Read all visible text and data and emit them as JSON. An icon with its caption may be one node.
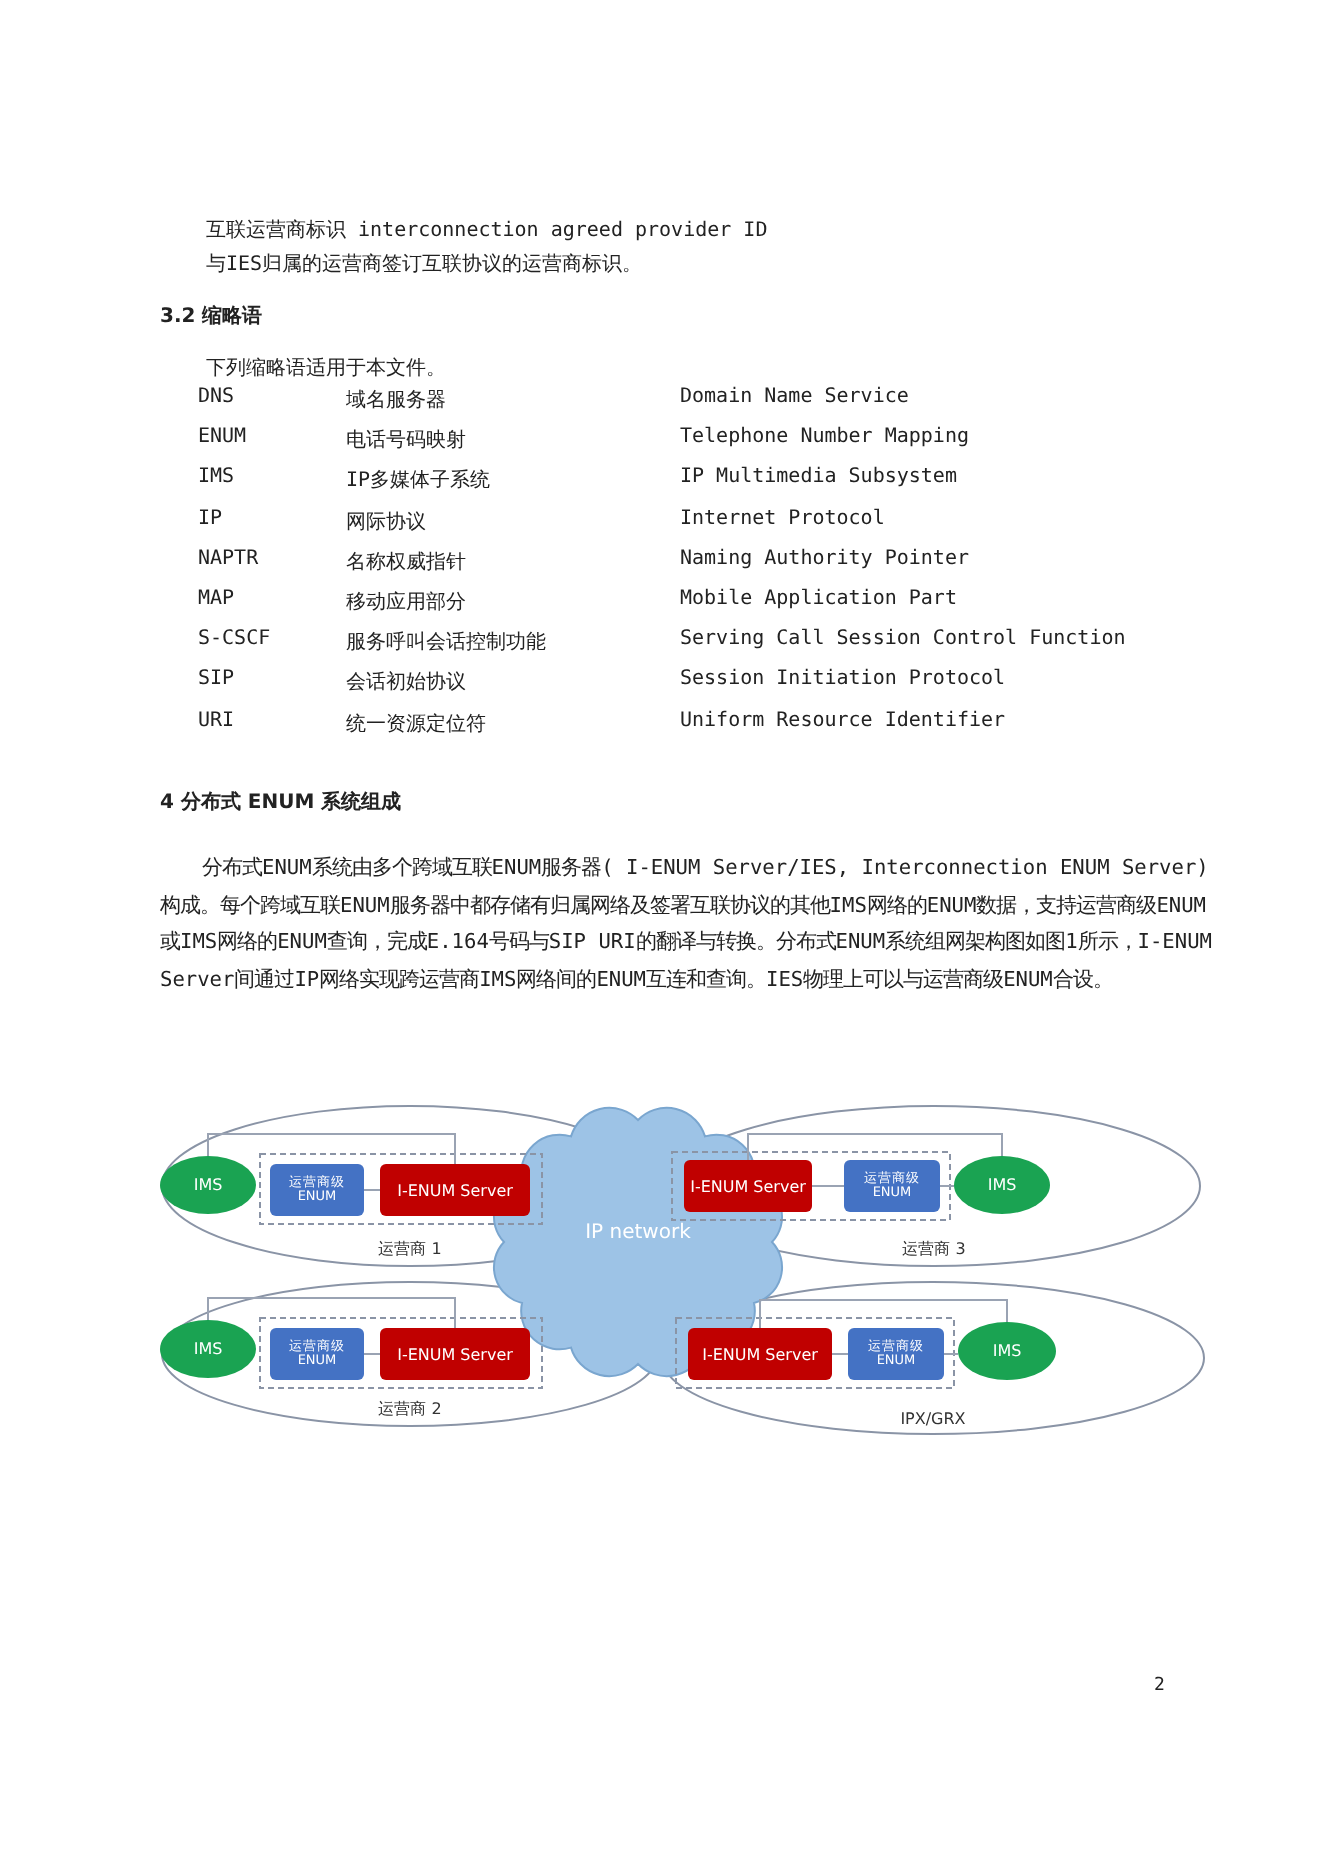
{
  "diagram": {
    "nodes": [
      {
        "text": [
          "运营商 1"
        ]
      },
      {
        "text": [
          "IMS"
        ],
        "in": 0
      },
      {
        "text": [
          "运营商级 ENUM"
        ],
        "in": 0
      },
      {
        "text": [
          "I-ENUM Server"
        ],
        "in": 0
      },
      {
        "text": [
          "IP network"
        ]
      },
      {
        "text": [
          "运营商 3"
        ]
      },
      {
        "text": [
          "I-ENUM Server"
        ],
        "in": 5
      },
      {
        "text": [
          "运营商级 ENUM"
        ],
        "in": 5
      },
      {
        "text": [
          "IMS"
        ],
        "in": 5
      },
      {
        "text": [
          "运营商 2"
        ]
      },
      {
        "text": [
          "IMS"
        ],
        "in": 9
      },
      {
        "text": [
          "运营商级 ENUM"
        ],
        "in": 9
      },
      {
        "text": [
          "I-ENUM Server"
        ],
        "in": 9
      },
      {
        "text": [
          "IPX/GRX"
        ]
      },
      {
        "text": [
          "I-ENUM Server"
        ],
        "in": 13
      },
      {
        "text": [
          "运营商级 ENUM"
        ],
        "in": 13
      },
      {
        "text": [
          "IMS"
        ],
        "in": 13
      }
    ],
    "edges": [
      {
        "from": 1,
        "to": 3,
        "arrow": "none"
      },
      {
        "from": 2,
        "to": 3,
        "arrow": "none"
      },
      {
        "from": 8,
        "to": 6,
        "arrow": "none"
      },
      {
        "from": 6,
        "to": 7,
        "arrow": "none"
      },
      {
        "from": 7,
        "to": 8,
        "arrow": "none"
      },
      {
        "from": 10,
        "to": 12,
        "arrow": "none"
      },
      {
        "from": 11,
        "to": 12,
        "arrow": "none"
      },
      {
        "from": 16,
        "to": 14,
        "arrow": "none"
      },
      {
        "from": 14,
        "to": 15,
        "arrow": "none"
      },
      {
        "from": 15,
        "to": 16,
        "arrow": "none"
      }
    ],
    "labels": [
      "互联运营商标识 interconnection agreed provider ID",
      "与IES归属的运营商签订互联协议的运营商标识。",
      "3.2 缩略语",
      "下列缩略语适用于本文件。",
      "DNS",
      "域名服务器",
      "Domain Name Service",
      "ENUM",
      "电话号码映射",
      "Telephone Number Mapping",
      "IMS",
      "IP多媒体子系统",
      "IP Multimedia Subsystem",
      "IP",
      "网际协议",
      "Internet Protocol",
      "NAPTR",
      "名称权威指针",
      "Naming Authority Pointer",
      "MAP",
      "移动应用部分",
      "Mobile Application Part",
      "S-CSCF",
      "服务呼叫会话控制功能",
      "Serving Call Session Control Function",
      "SIP",
      "会话初始协议",
      "Session Initiation Protocol",
      "URI",
      "统一资源定位符",
      "Uniform Resource Identifier",
      "4 分布式 ENUM 系统组成",
      "分布式ENUM系统由多个跨域互联ENUM服务器( I-ENUM Server/IES, Interconnection ENUM Server)构成。每个跨域互联ENUM服务器中都存储有归属网络及签署互联协议的其他IMS网络的ENUM数据，支持运营商级ENUM或IMS网络的ENUM查询，完成E.164号码与SIP URI的翻译与转换。分布式ENUM系统组网架构图如图1所示，I-ENUM Server间通过IP网络实现跨运营商IMS网络间的ENUM互连和查询。IES物理上可以与运营商级ENUM合设。",
      "2"
    ]
  }
}
